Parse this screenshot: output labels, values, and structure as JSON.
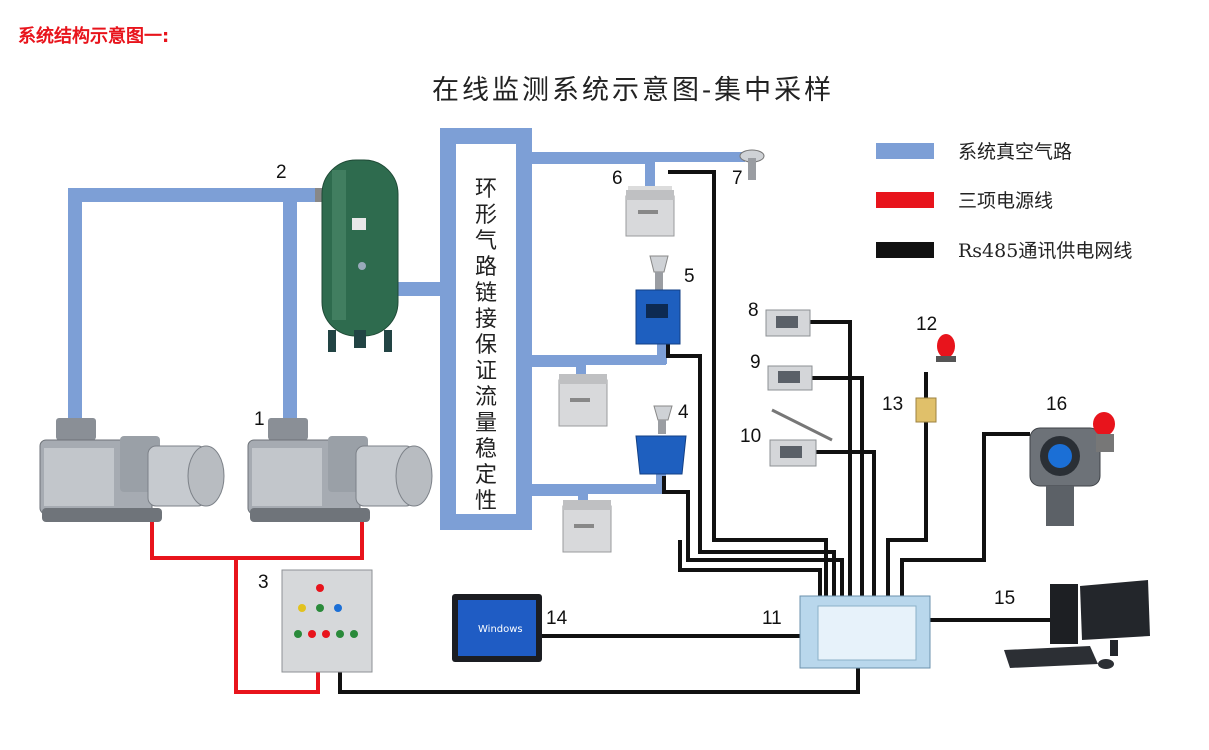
{
  "header": {
    "text": "系统结构示意图一:"
  },
  "title": "在线监测系统示意图-集中采样",
  "pipe_label": "环形气路链接保证流量稳定性",
  "legend": [
    {
      "label": "系统真空气路",
      "color": "#7d9fd6"
    },
    {
      "label": "三项电源线",
      "color": "#e8141c"
    },
    {
      "label": "Rs485通讯供电网线",
      "color": "#111111"
    }
  ],
  "numbers": {
    "n1": "1",
    "n2": "2",
    "n3": "3",
    "n4": "4",
    "n5": "5",
    "n6": "6",
    "n7": "7",
    "n8": "8",
    "n9": "9",
    "n10": "10",
    "n11": "11",
    "n12": "12",
    "n13": "13",
    "n14": "14",
    "n15": "15",
    "n16": "16"
  },
  "devices": {
    "windows_text": "Windows"
  },
  "colors": {
    "vacuum": "#7d9fd6",
    "power": "#e8141c",
    "comm": "#111111",
    "tank": "#2e6b4e"
  }
}
